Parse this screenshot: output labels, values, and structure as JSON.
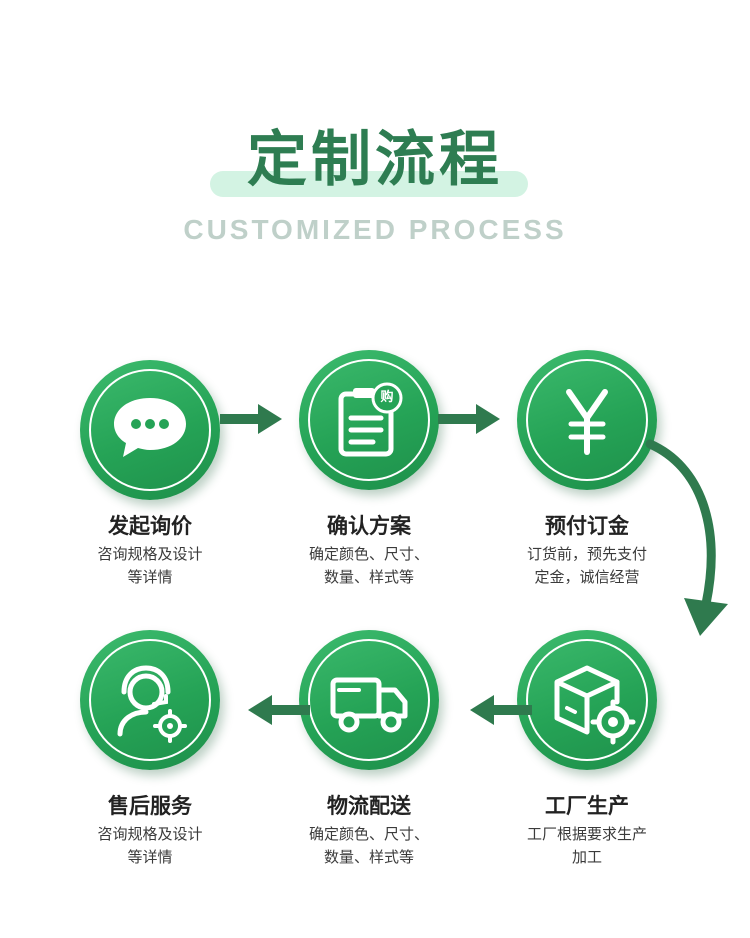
{
  "header": {
    "title": "定制流程",
    "subtitle": "CUSTOMIZED PROCESS"
  },
  "colors": {
    "primary_green": "#25a356",
    "dark_green": "#2e7d52",
    "arrow_green": "#2f7a4e",
    "highlight": "#d3f3e3",
    "subtitle_gray": "#bfd0c9"
  },
  "steps": [
    {
      "title": "发起询价",
      "desc_line1": "咨询规格及设计",
      "desc_line2": "等详情",
      "icon": "chat-bubble-icon"
    },
    {
      "title": "确认方案",
      "desc_line1": "确定颜色、尺寸、",
      "desc_line2": "数量、样式等",
      "icon": "shopping-list-icon",
      "badge": "购"
    },
    {
      "title": "预付订金",
      "desc_line1": "订货前，预先支付",
      "desc_line2": "定金，诚信经营",
      "icon": "yen-icon"
    },
    {
      "title": "工厂生产",
      "desc_line1": "工厂根据要求生产",
      "desc_line2": "加工",
      "icon": "box-gear-icon"
    },
    {
      "title": "物流配送",
      "desc_line1": "确定颜色、尺寸、",
      "desc_line2": "数量、样式等",
      "icon": "truck-icon"
    },
    {
      "title": "售后服务",
      "desc_line1": "咨询规格及设计",
      "desc_line2": "等详情",
      "icon": "support-agent-icon"
    }
  ]
}
